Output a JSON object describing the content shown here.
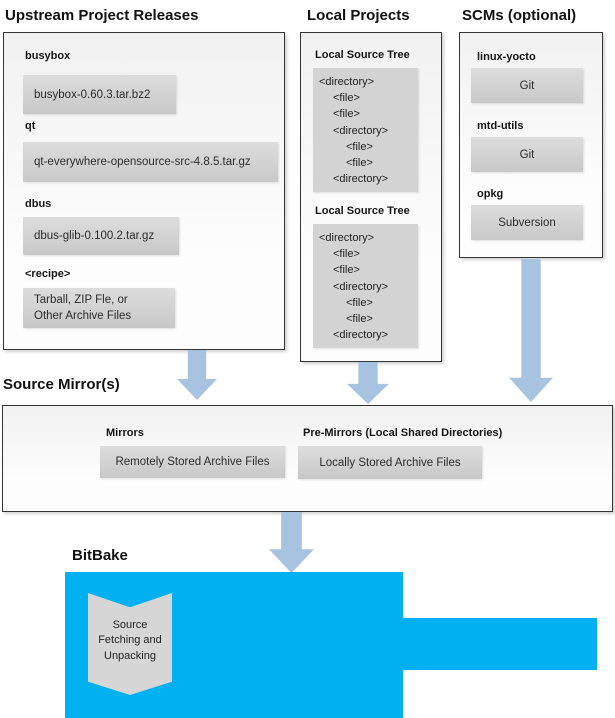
{
  "diagram": {
    "upstream": {
      "title": "Upstream Project Releases",
      "items": [
        {
          "label": "busybox",
          "value": "busybox-0.60.3.tar.bz2"
        },
        {
          "label": "qt",
          "value": "qt-everywhere-opensource-src-4.8.5.tar.gz"
        },
        {
          "label": "dbus",
          "value": "dbus-glib-0.100.2.tar.gz"
        },
        {
          "label": "<recipe>",
          "value": "Tarball, ZIP Fle, or\nOther Archive Files"
        }
      ]
    },
    "local_projects": {
      "title": "Local Projects",
      "sections": [
        {
          "heading": "Local Source Tree"
        },
        {
          "heading": "Local Source Tree"
        }
      ],
      "tree_lines": [
        "<directory>",
        "<file>",
        "<file>",
        "<directory>",
        "<file>",
        "<file>",
        "<directory>"
      ]
    },
    "scms": {
      "title": "SCMs (optional)",
      "items": [
        {
          "label": "linux-yocto",
          "value": "Git"
        },
        {
          "label": "mtd-utils",
          "value": "Git"
        },
        {
          "label": "opkg",
          "value": "Subversion"
        }
      ]
    },
    "source_mirrors": {
      "title": "Source Mirror(s)",
      "mirrors_label": "Mirrors",
      "mirrors_value": "Remotely Stored Archive Files",
      "premirrors_label": "Pre-Mirrors (Local Shared Directories)",
      "premirrors_value": "Locally Stored Archive Files"
    },
    "bitbake": {
      "title": "BitBake",
      "process": "Source Fetching and Unpacking"
    },
    "colors": {
      "bitbake_blue": "#00b0f0",
      "arrow_blue": "#a7c3e0",
      "item_gray": "#d0d0d0"
    }
  }
}
